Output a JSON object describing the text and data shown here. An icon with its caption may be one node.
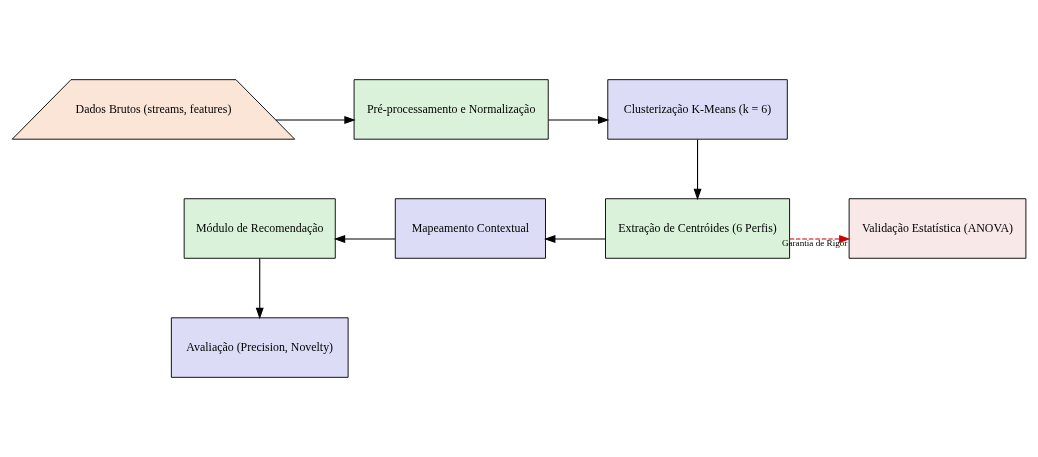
{
  "diagram": {
    "nodes": [
      {
        "text": [
          "Dados Brutos (streams, features)"
        ]
      },
      {
        "text": [
          "Pré-processamento e Normalização"
        ]
      },
      {
        "text": [
          "Clusterização K-Means (k = 6)"
        ]
      },
      {
        "text": [
          "Extração de Centróides (6 Perfis)"
        ]
      },
      {
        "text": [
          "Validação Estatística (ANOVA)"
        ]
      },
      {
        "text": [
          "Mapeamento Contextual"
        ]
      },
      {
        "text": [
          "Módulo de Recomendação"
        ]
      },
      {
        "text": [
          "Avaliação (Precision, Novelty)"
        ]
      }
    ],
    "edges": [
      {
        "from": 0,
        "to": 1,
        "arrow": "to"
      },
      {
        "from": 1,
        "to": 2,
        "arrow": "to"
      },
      {
        "from": 2,
        "to": 3,
        "arrow": "to"
      },
      {
        "from": 3,
        "to": 4,
        "arrow": "to",
        "label": "Garantia de Rigor",
        "style": "dashed",
        "color": "#cc0000"
      },
      {
        "from": 3,
        "to": 5,
        "arrow": "to"
      },
      {
        "from": 5,
        "to": 6,
        "arrow": "to"
      },
      {
        "from": 6,
        "to": 7,
        "arrow": "to"
      }
    ]
  }
}
